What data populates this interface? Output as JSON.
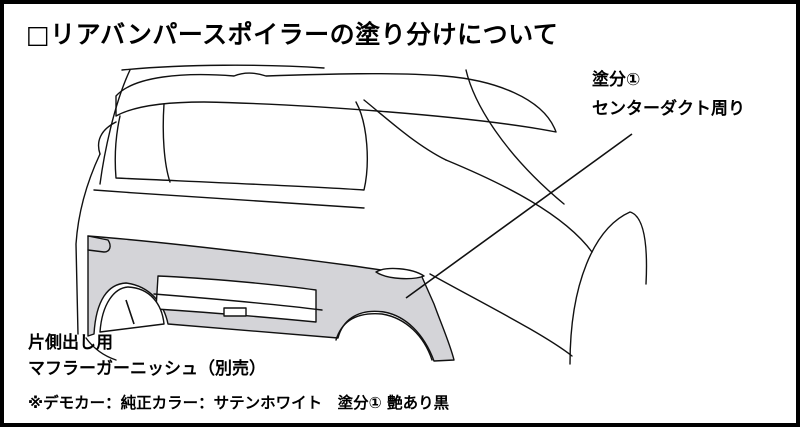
{
  "title": "□リアバンパースポイラーの塗り分けについて",
  "callouts": {
    "center_duct": {
      "line1": "塗分①",
      "line2": "センターダクト周り"
    },
    "muffler": {
      "line1": "片側出し用",
      "line2": "マフラーガーニッシュ（別売）"
    }
  },
  "footnote": "※デモカー：純正カラー：サテンホワイト　塗分① 艶あり黒",
  "colors": {
    "frame": "#000000",
    "background": "#ffffff",
    "painted_area": "#d4d4d8",
    "line": "#111111"
  }
}
